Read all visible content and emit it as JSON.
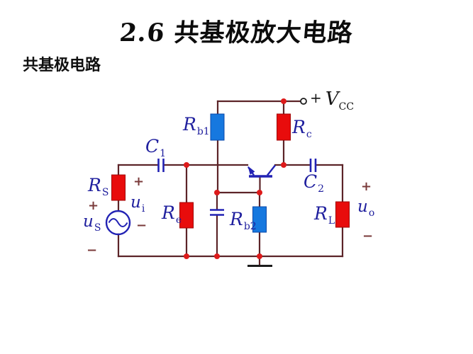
{
  "title": {
    "text": "2.6 共基极放大电路"
  },
  "subtitle": {
    "text": "共基极电路"
  },
  "colors": {
    "wire": "#5c2428",
    "dot": "#dd1a1a",
    "resistor_red": "#e80c0c",
    "resistor_blue": "#1678df",
    "symbol_blue": "#2222b4",
    "label_text": "#1f1f9e",
    "sign_text": "#7a3a3a",
    "ink": "#141414"
  },
  "circuit": {
    "supply": {
      "prefix": "+",
      "main": "V",
      "sub": "CC"
    },
    "signs": {
      "plus": "+",
      "minus": "−"
    },
    "components": {
      "rs": {
        "main": "R",
        "sub": "S"
      },
      "rb1": {
        "main": "R",
        "sub": "b1"
      },
      "rb2": {
        "main": "R",
        "sub": "b2"
      },
      "rc": {
        "main": "R",
        "sub": "c"
      },
      "re": {
        "main": "R",
        "sub": "e"
      },
      "rl": {
        "main": "R",
        "sub": "L"
      },
      "c1": {
        "main": "C",
        "sub": "1"
      },
      "c2": {
        "main": "C",
        "sub": "2"
      },
      "us": {
        "main": "u",
        "sub": "S"
      },
      "ui": {
        "main": "u",
        "sub": "i"
      },
      "uo": {
        "main": "u",
        "sub": "o"
      }
    }
  }
}
